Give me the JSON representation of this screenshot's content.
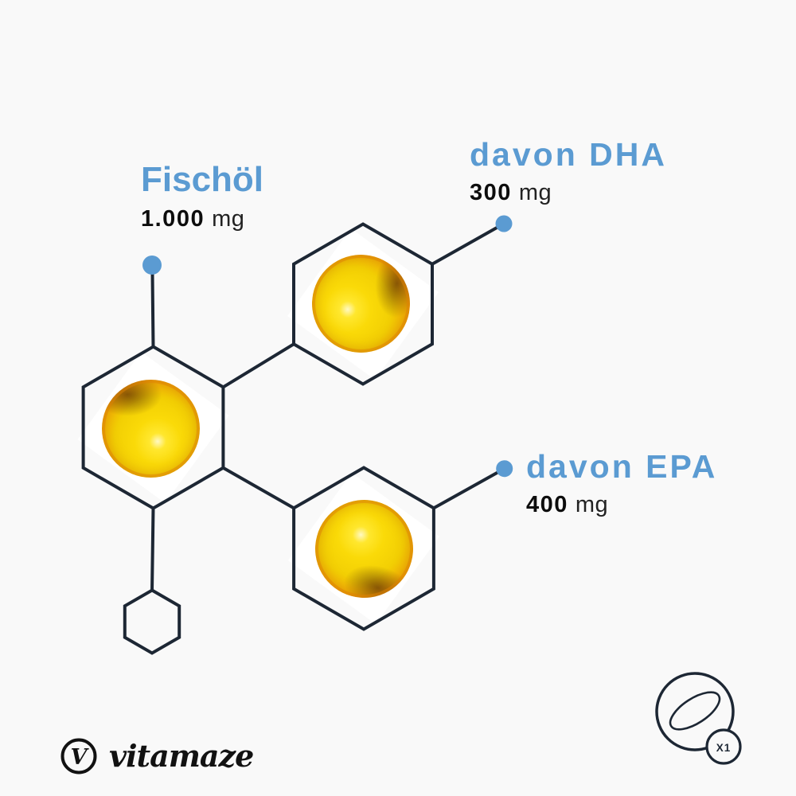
{
  "background": "#f9f9f9",
  "colors": {
    "accent_blue": "#5b9bd2",
    "line_navy": "#1d2734",
    "text_black": "#111111",
    "capsule_yellow": "#f7d505",
    "capsule_rim_orange": "#e07a01"
  },
  "labels": {
    "fischoel": {
      "title": "Fischöl",
      "amount": "1.000",
      "unit": "mg"
    },
    "dha": {
      "title": "davon DHA",
      "amount": "300",
      "unit": "mg"
    },
    "epa": {
      "title": "davon EPA",
      "amount": "400",
      "unit": "mg"
    }
  },
  "brand": {
    "monogram": "V",
    "wordmark": "vitamaze"
  },
  "dose_icon": {
    "badge": "X1"
  }
}
